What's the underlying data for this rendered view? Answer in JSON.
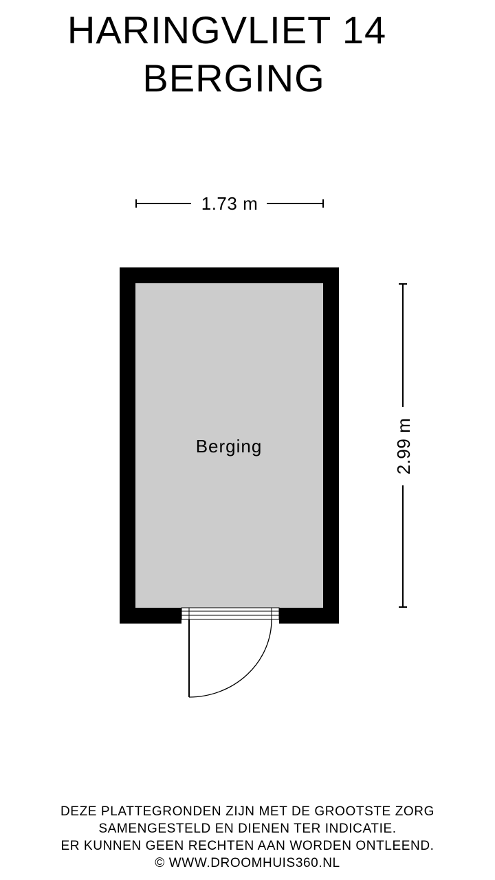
{
  "header": {
    "address": "HARINGVLIET 14",
    "floor": "BERGING"
  },
  "plan": {
    "room_label": "Berging",
    "width_dimension": "1.73 m",
    "depth_dimension": "2.99 m",
    "colors": {
      "wall": "#000000",
      "floor": "#cccccc",
      "background": "#ffffff"
    }
  },
  "footer": {
    "line1": "DEZE PLATTEGRONDEN ZIJN MET DE GROOTSTE ZORG",
    "line2": "SAMENGESTELD EN DIENEN TER INDICATIE.",
    "line3": "ER KUNNEN GEEN RECHTEN AAN WORDEN ONTLEEND.",
    "line4": "© WWW.DROOMHUIS360.NL"
  }
}
